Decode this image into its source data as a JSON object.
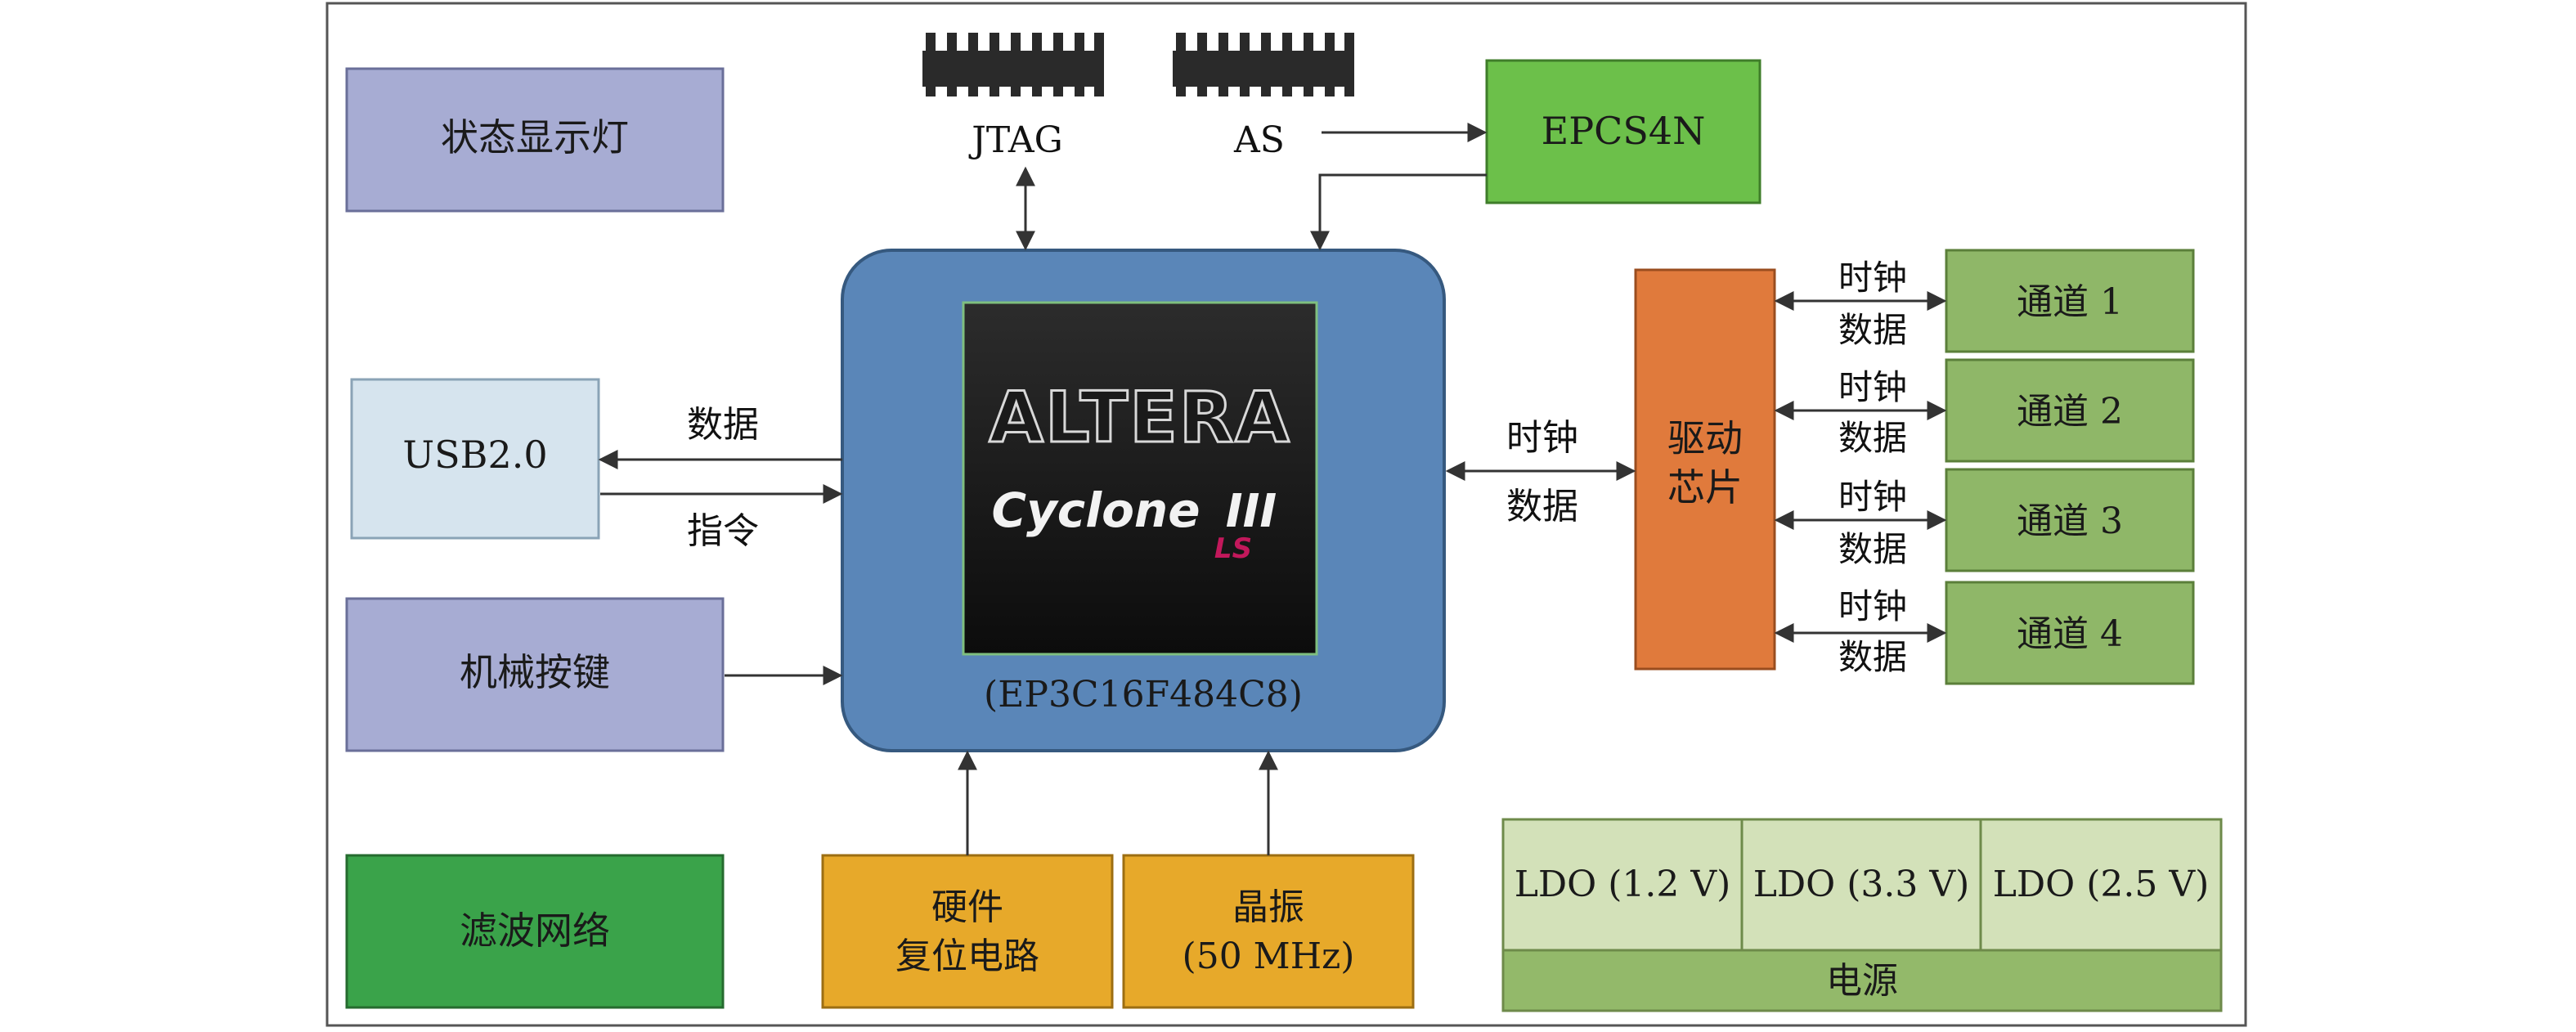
{
  "blocks": {
    "status_led": "状态显示灯",
    "usb": "USB2.0",
    "mech_keys": "机械按键",
    "filter": "滤波网络",
    "reset_line1": "硬件",
    "reset_line2": "复位电路",
    "osc_line1": "晶振",
    "osc_line2": "(50 MHz)",
    "epcs": "EPCS4N",
    "driver_line1": "驱动",
    "driver_line2": "芯片",
    "ch1": "通道 1",
    "ch2": "通道 2",
    "ch3": "通道 3",
    "ch4": "通道 4",
    "ldo1": "LDO (1.2 V)",
    "ldo2": "LDO (3.3 V)",
    "ldo3": "LDO (2.5 V)",
    "power": "电源"
  },
  "connectors": {
    "jtag": "JTAG",
    "as": "AS"
  },
  "fpga": {
    "brand": "ALTERA",
    "family": "Cyclone",
    "family_suffix": "III",
    "family_sub": "LS",
    "part": "(EP3C16F484C8)"
  },
  "labels": {
    "data": "数据",
    "command": "指令",
    "clock": "时钟",
    "clock_data_data": "数据",
    "ch_clock": "时钟",
    "ch_data": "数据"
  },
  "colors": {
    "purple_block": "#a7acd3",
    "usb_block": "#d6e4ee",
    "green_block": "#3aa34a",
    "epcs_block": "#6cc04a",
    "orange_block": "#e7a92a",
    "fpga_block": "#5a86b8",
    "driver_block": "#e07a3c",
    "channel_block": "#8fb768",
    "ldo_block": "#d3e1b9",
    "power_bar": "#93b96a"
  }
}
